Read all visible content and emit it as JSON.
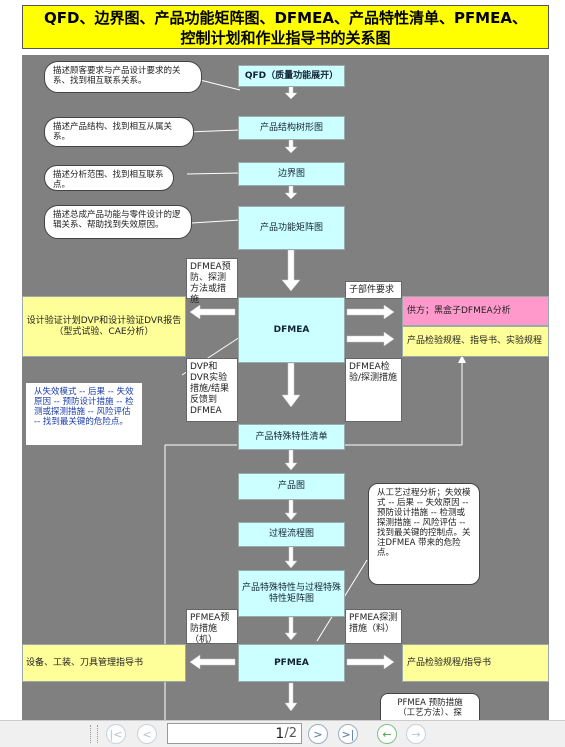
{
  "title": {
    "line1": "QFD、边界图、产品功能矩阵图、DFMEA、产品特性清单、PFMEA、",
    "line2": "控制计划和作业指导书的关系图"
  },
  "nodes": {
    "qfd": "QFD（质量功能展开）",
    "structure_tree": "产品结构树形图",
    "boundary": "边界图",
    "function_matrix": "产品功能矩阵图",
    "dfmea": "DFMEA",
    "special_char_list": "产品特殊特性清单",
    "product_drawing": "产品图",
    "process_flow": "过程流程图",
    "char_matrix": "产品特殊特性与过程特殊特性矩阵图",
    "pfmea": "PFMEA"
  },
  "callouts": {
    "qfd_note": "描述顾客要求与产品设计要求的关系、找到相互联系关系。",
    "structure_note": "描述产品结构、找到相互从属关系。",
    "boundary_note": "描述分析范围、找到相互联系点。",
    "function_note": "描述总成产品功能与零件设计的逻辑关系、帮助找到失效原因。",
    "dfmea_note": "从失效模式 -- 后果 -- 失效原因 -- 预防设计措施 -- 检测或探测措施 -- 风险评估 -- 找到最关键的危险点。",
    "pfmea_note": "从工艺过程分析；失效模式 -- 后果 -- 失效原因 -- 预防设计措施 -- 检测或探测措施 -- 风险评估 -- 找到最关键的控制点。关注DFMEA 带来的危险点。"
  },
  "side_boxes": {
    "dvp": "设计验证计划DVP和设计验证DVR报告（型式试验、CAE分析）",
    "supplier": "供方；黑盒子DFMEA分析",
    "inspection1": "产品检验规程、指导书、实验规程",
    "equipment": "设备、工装、刀具管理指导书",
    "inspection2": "产品检验规程/指导书"
  },
  "labels": {
    "dfmea_prevent": "DFMEA预防、探测方法或措施",
    "sub_part": "子部件要求",
    "dvp_feedback": "DVP和DVR实验措施/结果反馈到DFMEA",
    "dfmea_detect": "DFMEA检验/探测措施",
    "pfmea_prevent": "PFMEA预防措施（机）",
    "pfmea_detect": "PFMEA探测措施（料）",
    "pfmea_bottom": "PFMEA 预防措施（工艺方法）、探"
  },
  "toolbar": {
    "current_page": "1",
    "total_pages": "/2"
  },
  "colors": {
    "title_bg": "#ffff00",
    "canvas_bg": "#808080",
    "node_bg": "#ccffff",
    "side_yellow": "#ffff99",
    "side_pink": "#ff99cc",
    "note_text_blue": "#1a3dab"
  }
}
